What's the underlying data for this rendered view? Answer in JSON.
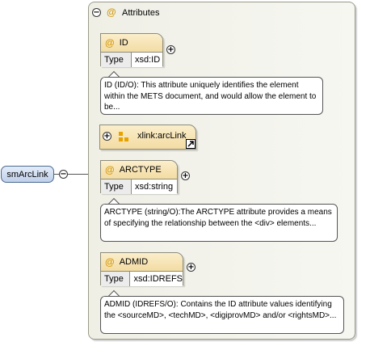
{
  "root": {
    "label": "smArcLink"
  },
  "group": {
    "title": "Attributes",
    "at_symbol": "@",
    "toggle": "−"
  },
  "attributes": [
    {
      "name": "ID",
      "type_label": "Type",
      "type_value": "xsd:ID",
      "doc": "ID (ID/O): This attribute uniquely identifies the element within the METS document, and would allow the element to be..."
    },
    {
      "name": "ARCTYPE",
      "type_label": "Type",
      "type_value": "xsd:string",
      "doc": "ARCTYPE (string/O):The ARCTYPE attribute provides a means of specifying the relationship between the <div> elements..."
    },
    {
      "name": "ADMID",
      "type_label": "Type",
      "type_value": "xsd:IDREFS",
      "doc": "ADMID (IDREFS/O): Contains the ID attribute values identifying the <sourceMD>, <techMD>, <digiprovMD> and/or <rightsMD>..."
    }
  ],
  "ref_group": {
    "label": "xlink:arcLink"
  },
  "icons": {
    "expand": "+",
    "collapse": "−",
    "link_arrow": "shortcut-arrow-icon",
    "attr_group": "attribute-group-icon"
  },
  "colors": {
    "attr_header": "#f3dca3",
    "at_symbol": "#d49a10",
    "root_fill": "#bfd0ea"
  }
}
